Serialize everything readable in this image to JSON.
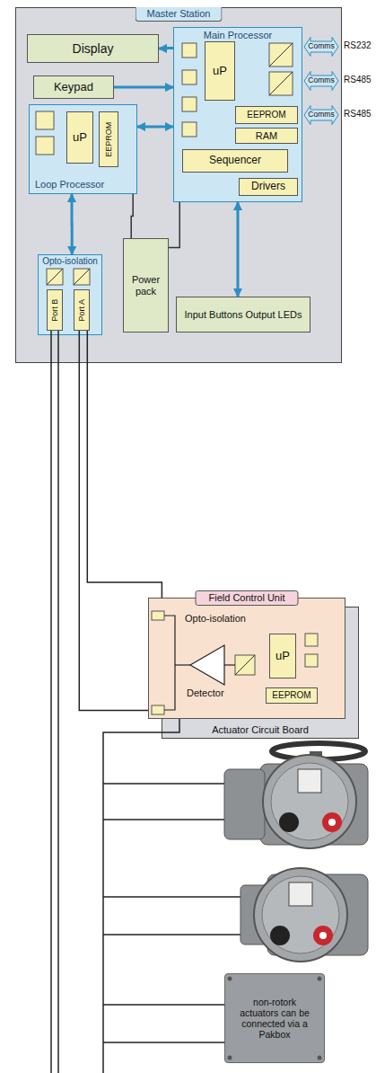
{
  "diagram": {
    "nodes": [
      {
        "text": [
          "Master Station"
        ]
      },
      {
        "text": [
          "Display"
        ],
        "in": 0
      },
      {
        "text": [
          "Keypad"
        ],
        "in": 0
      },
      {
        "text": [
          "Main Processor"
        ],
        "in": 0
      },
      {
        "text": [
          "uP"
        ],
        "in": 3
      },
      {
        "text": [
          "EEPROM"
        ],
        "in": 3
      },
      {
        "text": [
          "RAM"
        ],
        "in": 3
      },
      {
        "text": [
          "Sequencer"
        ],
        "in": 3
      },
      {
        "text": [
          "Drivers"
        ],
        "in": 3
      },
      {
        "text": [
          "Comms"
        ],
        "in": 0
      },
      {
        "text": [
          "Comms"
        ],
        "in": 0
      },
      {
        "text": [
          "Comms"
        ],
        "in": 0
      },
      {
        "text": [
          "Loop Processor"
        ],
        "in": 0
      },
      {
        "text": [
          "uP"
        ],
        "in": 12
      },
      {
        "text": [
          "EEPROM"
        ],
        "in": 12
      },
      {
        "text": [
          "Opto-isolation"
        ],
        "in": 0
      },
      {
        "text": [
          "Port B"
        ],
        "in": 15
      },
      {
        "text": [
          "Port A"
        ],
        "in": 15
      },
      {
        "text": [
          "Power pack"
        ],
        "in": 0
      },
      {
        "text": [
          "Input Buttons Output LEDs"
        ],
        "in": 0
      },
      {
        "text": [
          "Actuator Circuit Board"
        ]
      },
      {
        "text": [
          "Field Control Unit",
          "Opto-isolation",
          "Detector"
        ]
      },
      {
        "text": [
          "uP"
        ],
        "in": 21
      },
      {
        "text": [
          "EEPROM"
        ],
        "in": 21
      },
      {
        "text": [
          "non-rotork actuators can be connected via a Pakbox"
        ]
      }
    ],
    "edges": [
      {
        "from": 3,
        "to": 1,
        "arrow": "to"
      },
      {
        "from": 2,
        "to": 3,
        "arrow": "to"
      },
      {
        "from": 12,
        "to": 3,
        "arrow": "both"
      },
      {
        "from": 12,
        "to": 15,
        "arrow": "both"
      },
      {
        "from": 3,
        "to": 19,
        "arrow": "both"
      },
      {
        "from": 18,
        "to": 12,
        "arrow": "none"
      },
      {
        "from": 18,
        "to": 3,
        "arrow": "none"
      },
      {
        "from": 17,
        "to": 21,
        "arrow": "none"
      },
      {
        "from": 17,
        "to": 21,
        "arrow": "none"
      }
    ],
    "labels": [
      "RS232",
      "RS485",
      "RS485"
    ]
  }
}
